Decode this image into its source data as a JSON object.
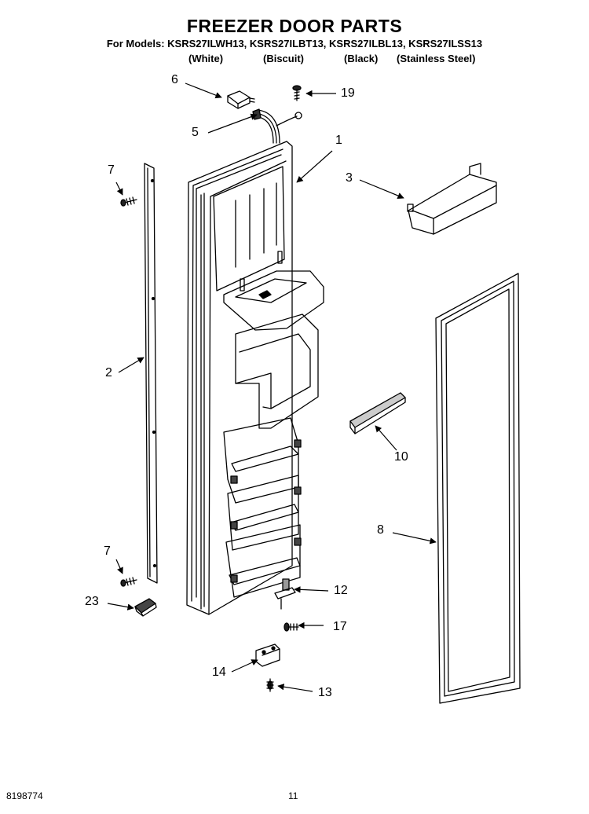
{
  "header": {
    "title": "FREEZER DOOR PARTS",
    "models": "For Models: KSRS27ILWH13, KSRS27ILBT13, KSRS27ILBL13, KSRS27ILSS13",
    "colors": [
      "(White)",
      "(Biscuit)",
      "(Black)",
      "(Stainless Steel)"
    ]
  },
  "callouts": {
    "c1": "1",
    "c2": "2",
    "c3": "3",
    "c5": "5",
    "c6": "6",
    "c7a": "7",
    "c7b": "7",
    "c8": "8",
    "c10": "10",
    "c12": "12",
    "c13": "13",
    "c14": "14",
    "c17": "17",
    "c19": "19",
    "c23": "23"
  },
  "footer": {
    "doc_number": "8198774",
    "page_number": "11"
  }
}
